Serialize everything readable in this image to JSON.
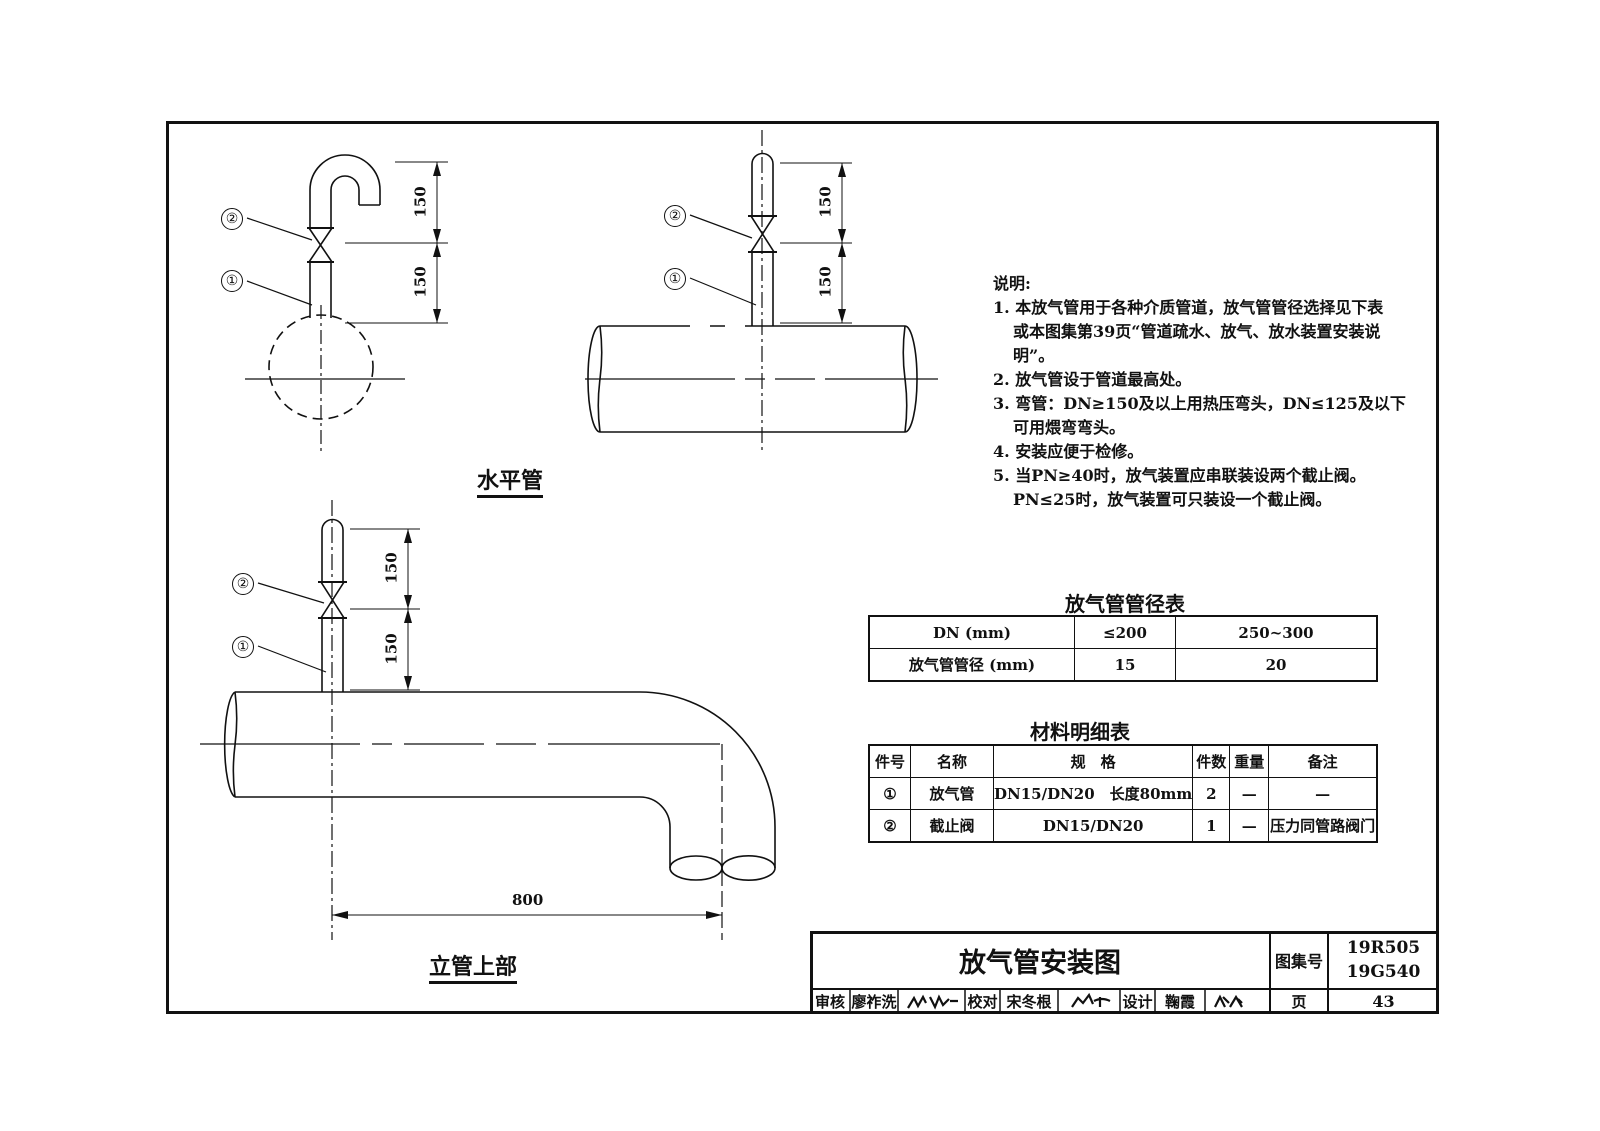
{
  "views": {
    "horizontal_label": "水平管",
    "vertical_label": "立管上部"
  },
  "callouts": {
    "c1": "①",
    "c2": "②"
  },
  "dimensions": {
    "d150": "150",
    "d800": "800"
  },
  "notes": {
    "heading": "说明:",
    "items": [
      "1. 本放气管用于各种介质管道，放气管管径选择见下表",
      "或本图集第39页“管道疏水、放气、放水装置安装说",
      "明”。",
      "2. 放气管设于管道最高处。",
      "3. 弯管：DN≥150及以上用热压弯头，DN≤125及以下",
      "可用煨弯弯头。",
      "4. 安装应便于检修。",
      "5. 当PN≥40时，放气装置应串联装设两个截止阀。",
      "PN≤25时，放气装置可只装设一个截止阀。"
    ]
  },
  "diameter_table": {
    "title": "放气管管径表",
    "rows": [
      [
        "DN (mm)",
        "≤200",
        "250~300"
      ],
      [
        "放气管管径 (mm)",
        "15",
        "20"
      ]
    ]
  },
  "material_table": {
    "title": "材料明细表",
    "headers": [
      "件号",
      "名称",
      "规　格",
      "件数",
      "重量",
      "备注"
    ],
    "rows": [
      [
        "①",
        "放气管",
        "DN15/DN20　长度80mm",
        "2",
        "—",
        "—"
      ],
      [
        "②",
        "截止阀",
        "DN15/DN20",
        "1",
        "—",
        "压力同管路阀门"
      ]
    ]
  },
  "title_block": {
    "drawing_title": "放气管安装图",
    "atlas_label": "图集号",
    "atlas_no_1": "19R505",
    "atlas_no_2": "19G540",
    "review_label": "审核",
    "reviewer": "廖祚洗",
    "check_label": "校对",
    "checker": "宋冬根",
    "design_label": "设计",
    "designer": "鞠霞",
    "page_label": "页",
    "page_no": "43"
  }
}
